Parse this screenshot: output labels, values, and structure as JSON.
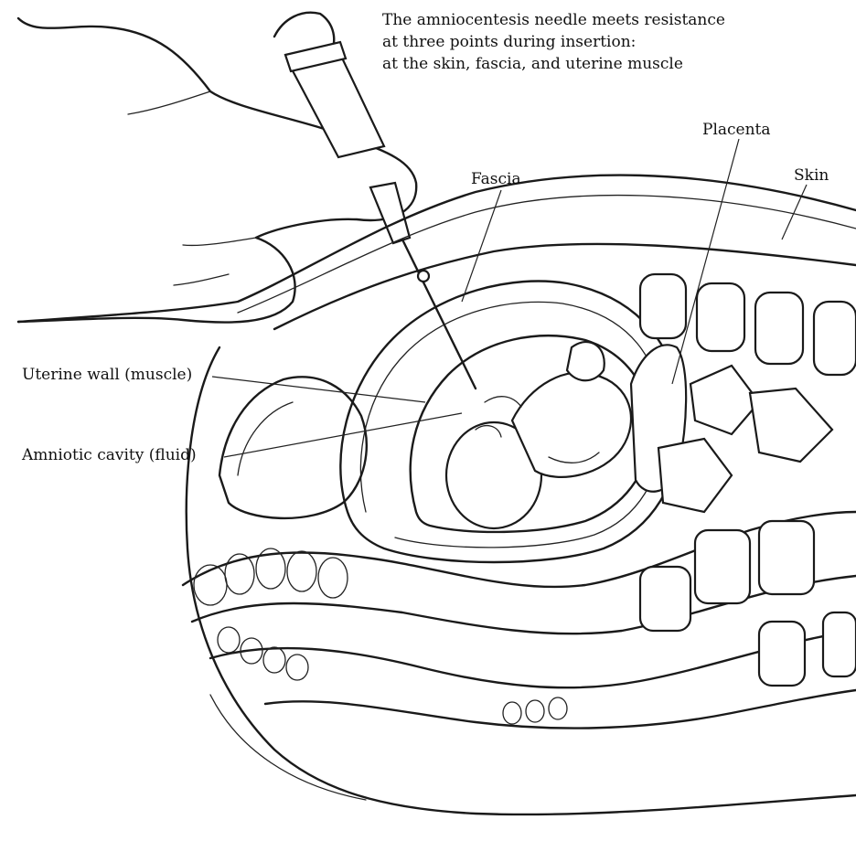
{
  "caption": {
    "lines": [
      "The amniocentesis needle meets resistance",
      "at three points during insertion:",
      "at the skin, fascia, and uterine muscle"
    ]
  },
  "labels": {
    "placenta": "Placenta",
    "fascia": "Fascia",
    "skin": "Skin",
    "uterine_wall": "Uterine wall (muscle)",
    "amniotic_cavity": "Amniotic cavity (fluid)"
  }
}
